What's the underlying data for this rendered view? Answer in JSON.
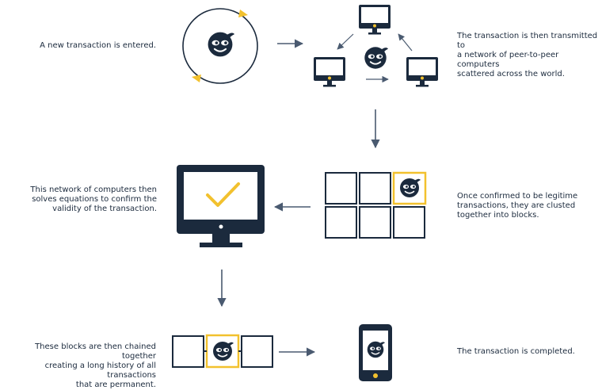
{
  "steps": [
    {
      "lines": [
        "A new transaction is entered."
      ]
    },
    {
      "lines": [
        "The transaction is then transmitted to",
        "a network of peer-to-peer computers",
        "scattered across the world."
      ]
    },
    {
      "lines": [
        "Once confirmed to be legitime",
        "transactions, they are clusted",
        "together into blocks."
      ]
    },
    {
      "lines": [
        "This network of computers then",
        "solves equations to confirm the",
        "validity of the transaction."
      ]
    },
    {
      "lines": [
        "These blocks are then chained together",
        "creating a long history of all transactions",
        "that are permanent."
      ]
    },
    {
      "lines": [
        "The transaction is completed."
      ]
    }
  ],
  "colors": {
    "navy": "#1b2a3d",
    "accent": "#f2c12e",
    "arrow": "#4a5a70"
  }
}
